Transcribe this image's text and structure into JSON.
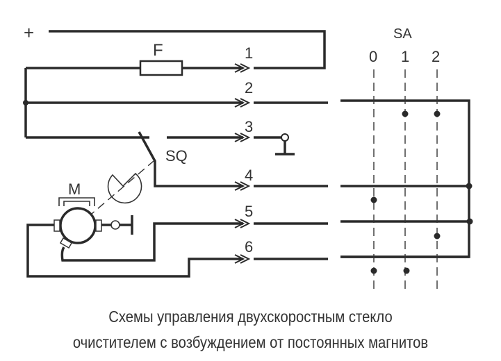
{
  "labels": {
    "plus": "+",
    "fuse": "F",
    "switch_sq": "SQ",
    "motor": "M",
    "switch_sa": "SA",
    "sa_positions": [
      "0",
      "1",
      "2"
    ],
    "wires": [
      "1",
      "2",
      "3",
      "4",
      "5",
      "6"
    ]
  },
  "caption": {
    "line1": "Схемы управления двухскоростным стекло",
    "line2": "очистителем с возбуждением от постоянных магнитов"
  }
}
